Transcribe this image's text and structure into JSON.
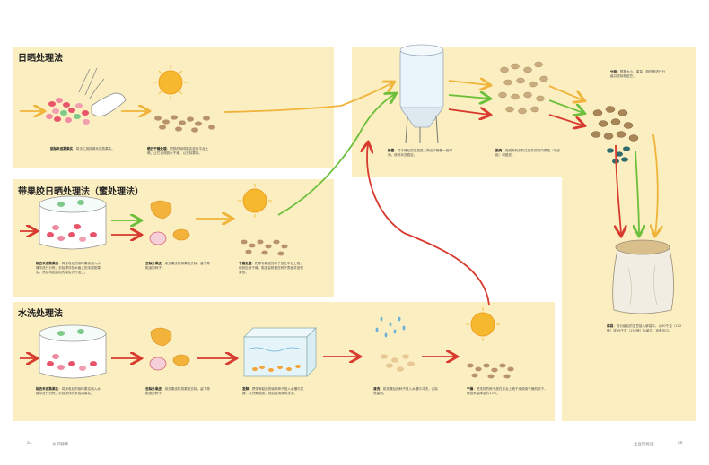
{
  "sections": {
    "sun_dried": {
      "title": "日晒处理法"
    },
    "honey": {
      "title": "带果胶日晒处理法（蜜处理法）"
    },
    "washed": {
      "title": "水洗处理法"
    }
  },
  "captions": {
    "sd_1": {
      "term": "挑除未成熟果实",
      "text": "：将手工挑除掉未成熟果实。"
    },
    "sd_2": {
      "term": "晒日干燥处理",
      "text": "：把熟的咖啡果实放在平台上晒，让它自然脱水干燥，以去除果肉。"
    },
    "hy_1": {
      "term": "除去未成熟果实",
      "text": "：将采收后的咖啡果实倒入水槽中进行分拣，去除漂浮在水面上的未成熟果实，然后再挑选后的果实进行加工。"
    },
    "hy_2": {
      "term": "去除外果皮",
      "text": "：用去果皮机将果皮去除，留下带黏液的种子。"
    },
    "hy_3": {
      "term": "干燥处理",
      "text": "：把带有黏液的种子放在平台上晒，使其自然干燥，黏液会附着在种子表面并呈现蜜色。"
    },
    "ws_1": {
      "term": "除去未成熟果实",
      "text": "：将采收后的咖啡果实倒入水槽中进行分拣，去除漂浮的未成熟果实。"
    },
    "ws_2": {
      "term": "去除外果皮",
      "text": "：用去果皮机将果皮去除，留下带黏液的种子。"
    },
    "ws_3": {
      "term": "发酵",
      "text": "：把带有黏液的咖啡种子放入水槽中发酵，以分解黏液，然后再用清水洗净。"
    },
    "ws_4": {
      "term": "清洗",
      "text": "：将发酵后的种子放入水槽中冲洗，去除残留物。"
    },
    "ws_5": {
      "term": "干燥",
      "text": "：把洗好的种子放在平台上晒干或使用干燥机烘干，使含水量降至约12%。"
    },
    "silo": {
      "term": "静置",
      "text": "：将干燥后的生豆放入筒仓中静置一段时间，使其状态稳定。"
    },
    "hull": {
      "term": "脱壳",
      "text": "：用脱壳机去除生豆外层的内果皮（羊皮纸）和银皮。"
    },
    "sort": {
      "term": "分级",
      "text": "：根据大小、重量、颜色等进行分级并挑除瑕疵豆。"
    },
    "bag": {
      "term": "装袋",
      "text": "：将分级后的生豆装入麻袋中，以60千克（132磅）或69千克（152磅）为单位，准备出口。"
    }
  },
  "footer": {
    "left_page": "24",
    "left_title": "认识咖啡",
    "right_title": "生豆的处理",
    "right_page": "25"
  }
}
